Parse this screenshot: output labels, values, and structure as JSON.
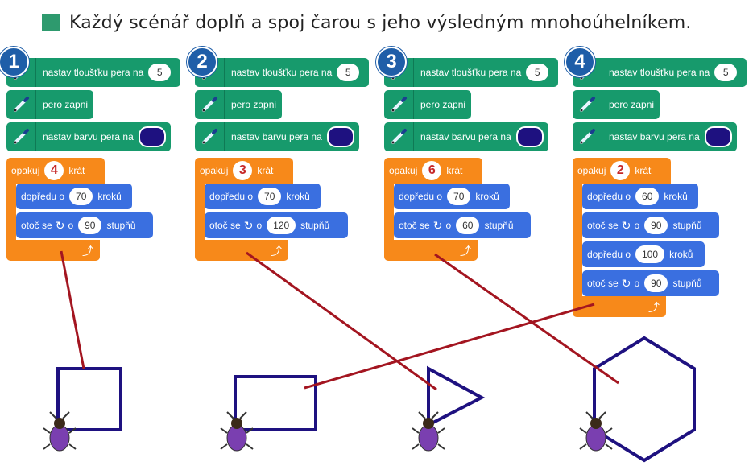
{
  "title": "Každý scénář doplň a spoj čarou s jeho výsledným mnohoúhelníkem.",
  "labels": {
    "set_size": "nastav tloušťku pera na",
    "pen_down": "pero zapni",
    "set_color": "nastav barvu pera na",
    "repeat": "opakuj",
    "times": "krát",
    "forward": "dopředu o",
    "steps": "kroků",
    "turn": "otoč se",
    "turn_o": "o",
    "degrees": "stupňů"
  },
  "colors": {
    "green": "#179a6c",
    "orange": "#f7891a",
    "blue": "#3a6fe0",
    "pen": "#1e1180",
    "line": "#a31520"
  },
  "scripts": [
    {
      "number": "1",
      "pen_size": "5",
      "repeat": "4",
      "forward": "70",
      "turn": "90"
    },
    {
      "number": "2",
      "pen_size": "5",
      "repeat": "3",
      "forward": "70",
      "turn": "120"
    },
    {
      "number": "3",
      "pen_size": "5",
      "repeat": "6",
      "forward": "70",
      "turn": "60"
    },
    {
      "number": "4",
      "pen_size": "5",
      "repeat": "2",
      "forward": "60",
      "turn": "90",
      "forward2": "100",
      "turn2": "90"
    }
  ],
  "icons": [
    "pen-icon",
    "turn-right-icon",
    "loop-arrow-icon",
    "beetle-icon"
  ]
}
